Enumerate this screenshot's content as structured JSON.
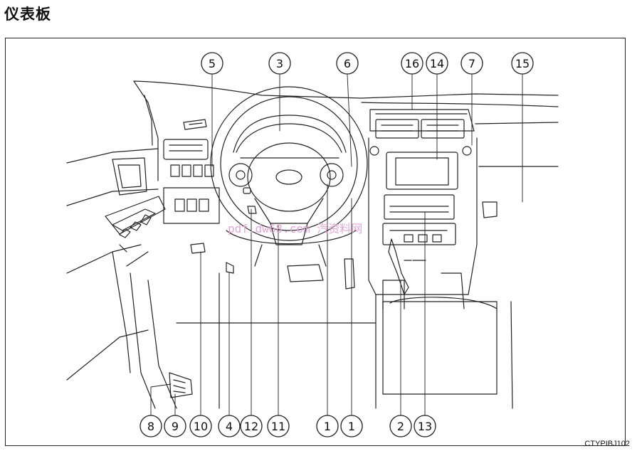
{
  "page": {
    "title": "仪表板",
    "figure_code": "CTYPIBJ102",
    "watermark": "pdf.dw68.com 汽资料网"
  },
  "callouts": {
    "top": [
      "5",
      "3",
      "6",
      "16",
      "14",
      "7",
      "15"
    ],
    "bottom": [
      "8",
      "9",
      "10",
      "4",
      "12",
      "11",
      "1",
      "1",
      "2",
      "13"
    ]
  },
  "colors": {
    "line": "#222222",
    "watermark": "#e6a6d6"
  }
}
